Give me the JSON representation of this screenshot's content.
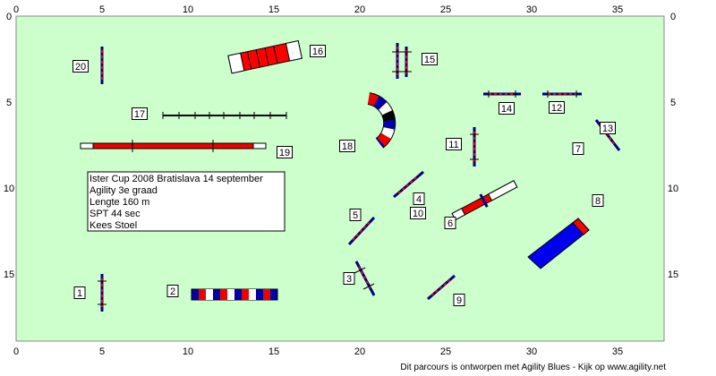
{
  "field": {
    "background": "#ccffcc",
    "border": "#888888"
  },
  "axes": {
    "x_ticks": [
      0,
      5,
      10,
      15,
      20,
      25,
      30,
      35
    ],
    "y_ticks": [
      0,
      5,
      10,
      15
    ]
  },
  "info": {
    "lines": [
      "Ister Cup 2008 Bratislava 14 september",
      "Agility 3e graad",
      "Lengte 160 m",
      "SPT 44 sec",
      "Kees Stoel"
    ]
  },
  "labels": [
    "1",
    "2",
    "3",
    "4",
    "5",
    "6",
    "7",
    "8",
    "9",
    "10",
    "11",
    "12",
    "13",
    "14",
    "15",
    "16",
    "17",
    "18",
    "19",
    "20"
  ],
  "colors": {
    "red": "#ee0000",
    "blue": "#0000aa",
    "navy": "#000080",
    "white": "#ffffff",
    "tube_red": "#ff0000",
    "tube_blue": "#0044ff"
  },
  "footer": "Dit parcours is ontworpen met Agility Blues - Kijk op www.agility.net"
}
